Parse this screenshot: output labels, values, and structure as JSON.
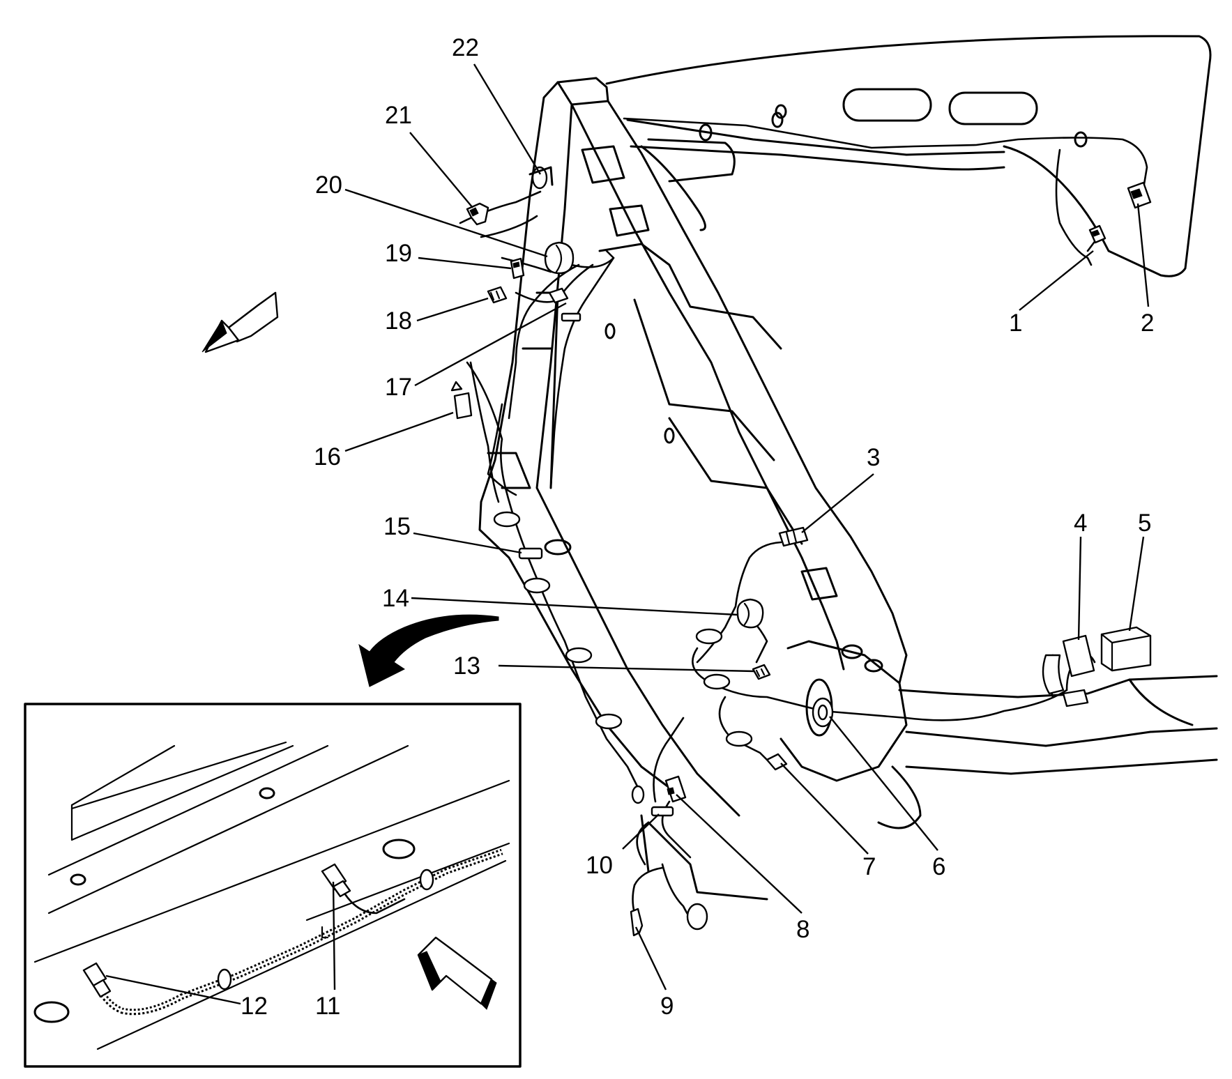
{
  "diagram": {
    "callouts": [
      "1",
      "2",
      "3",
      "4",
      "5",
      "6",
      "7",
      "8",
      "9",
      "10",
      "11",
      "12",
      "13",
      "14",
      "15",
      "16",
      "17",
      "18",
      "19",
      "20",
      "21",
      "22"
    ]
  },
  "icons": {
    "forward_arrow_main": "forward-direction-arrow-icon",
    "forward_arrow_inset": "forward-direction-arrow-icon",
    "detail_arrow": "curved-detail-arrow-icon"
  },
  "colors": {
    "line": "#000000",
    "background": "#ffffff"
  }
}
